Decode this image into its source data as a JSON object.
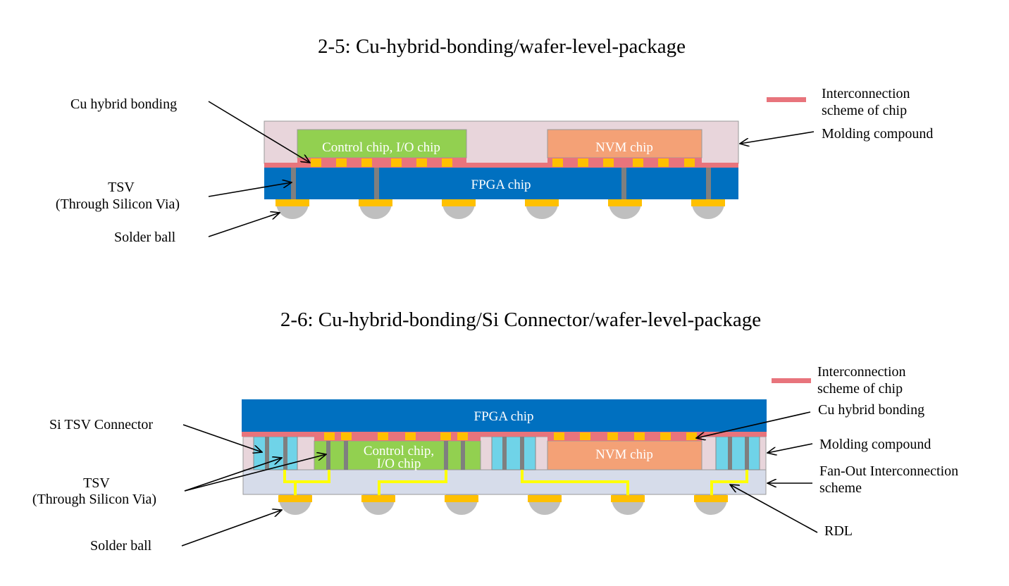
{
  "colors": {
    "fpga": "#0070c0",
    "molding": "#e8d5db",
    "interconnect": "#e8747c",
    "control_chip": "#92d050",
    "nvm_chip": "#f4a176",
    "cu_pad": "#ffc000",
    "tsv": "#7f7f7f",
    "solder": "#bfbfbf",
    "fan_out": "#d6dcea",
    "si_connector": "#6fd3e8",
    "rdl": "#ffff00"
  },
  "diagram_a": {
    "title": "2-5: Cu-hybrid-bonding/wafer-level-package",
    "legend_line1": "Interconnection",
    "legend_line2": "scheme of chip",
    "label_cu_hybrid": "Cu hybrid bonding",
    "label_tsv_line1": "TSV",
    "label_tsv_line2": "(Through  Silicon Via)",
    "label_solder": "Solder ball",
    "label_molding": "Molding compound",
    "chip_control": "Control chip, I/O chip",
    "chip_nvm": "NVM chip",
    "chip_fpga": "FPGA chip"
  },
  "diagram_b": {
    "title": "2-6: Cu-hybrid-bonding/Si  Connector/wafer-level-package",
    "legend_line1": "Interconnection",
    "legend_line2": "scheme of chip",
    "label_si_tsv": "Si TSV Connector",
    "label_tsv_line1": "TSV",
    "label_tsv_line2": "(Through  Silicon Via)",
    "label_solder": "Solder ball",
    "label_cu_hybrid": "Cu hybrid bonding",
    "label_molding": "Molding compound",
    "label_fanout_line1": "Fan-Out Interconnection",
    "label_fanout_line2": "scheme",
    "label_rdl": "RDL",
    "chip_fpga": "FPGA chip",
    "chip_control_line1": "Control chip,",
    "chip_control_line2": "I/O chip",
    "chip_nvm": "NVM chip"
  }
}
